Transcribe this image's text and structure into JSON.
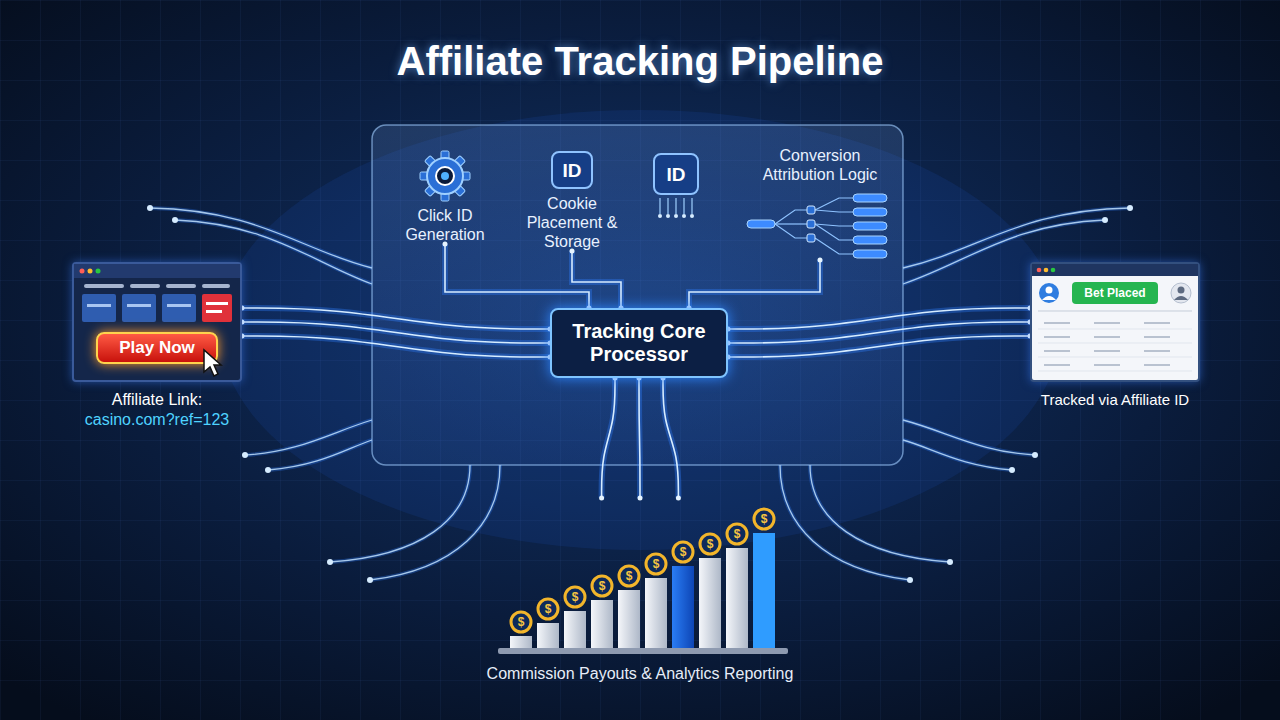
{
  "diagram": {
    "title": "Affiliate Tracking Pipeline",
    "nodes": [
      {
        "text": [
          "Affiliate Link:",
          "casino.com?ref=123"
        ]
      },
      {
        "text": [
          "Play Now"
        ],
        "in": 0
      },
      {
        "text": [
          "Click ID Generation"
        ]
      },
      {
        "text": [
          "Cookie Placement & Storage"
        ]
      },
      {
        "text": [
          "Conversion Attribution Logic"
        ]
      },
      {
        "text": [
          "Tracking Core Processor"
        ]
      },
      {
        "text": [
          "Tracked via Affiliate ID"
        ]
      },
      {
        "text": [
          "Bet Placed"
        ],
        "in": 6
      },
      {
        "text": [
          "Commission Payouts & Analytics Reporting"
        ]
      }
    ],
    "edges": [
      {
        "from": 0,
        "to": 5,
        "arrow": "none"
      },
      {
        "from": 2,
        "to": 5,
        "arrow": "none"
      },
      {
        "from": 3,
        "to": 5,
        "arrow": "none"
      },
      {
        "from": 4,
        "to": 5,
        "arrow": "none"
      },
      {
        "from": 5,
        "to": 6,
        "arrow": "none"
      },
      {
        "from": 5,
        "to": 8,
        "arrow": "none"
      }
    ],
    "labels": [
      "ID",
      "ID",
      "$",
      "$",
      "$",
      "$",
      "$",
      "$",
      "$",
      "$",
      "$",
      "$"
    ]
  }
}
